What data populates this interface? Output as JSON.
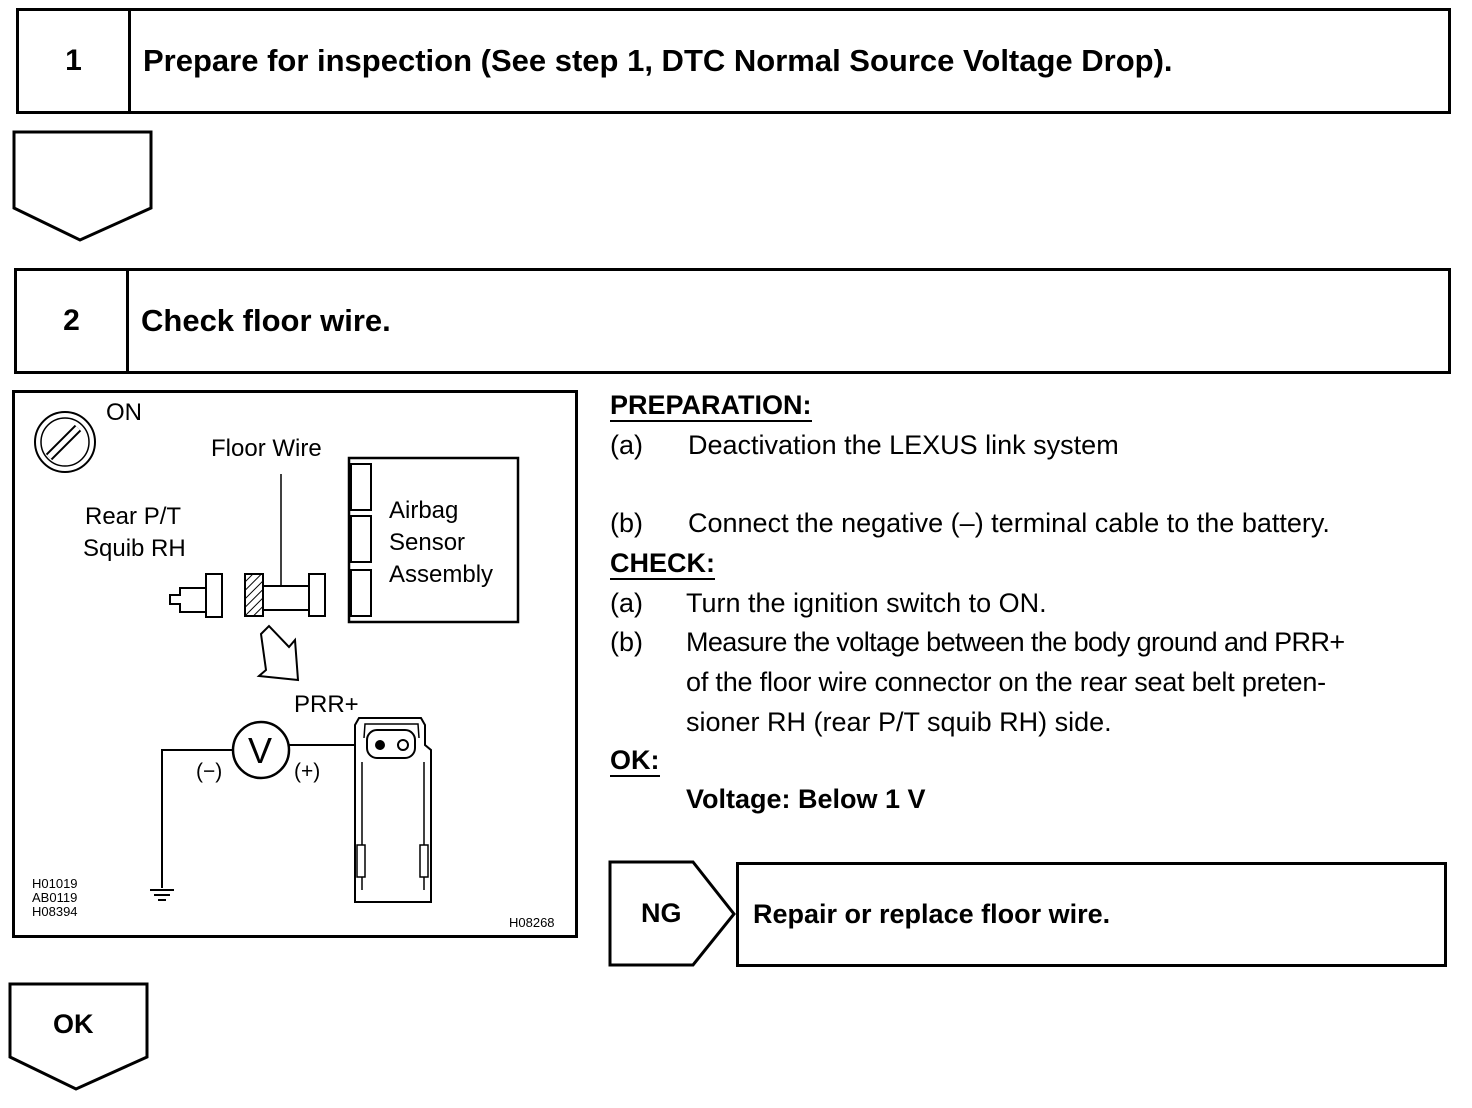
{
  "step1": {
    "number": "1",
    "title": "Prepare for inspection (See step 1, DTC Normal Source Voltage Drop)."
  },
  "step2": {
    "number": "2",
    "title": "Check floor wire."
  },
  "diagram": {
    "ignition": "ON",
    "floor_wire": "Floor Wire",
    "squib_line1": "Rear P/T",
    "squib_line2": "Squib RH",
    "airbag_line1": "Airbag",
    "airbag_line2": "Sensor",
    "airbag_line3": "Assembly",
    "terminal": "PRR+",
    "meter": "V",
    "neg": "(−)",
    "pos": "(+)",
    "code1": "H01019",
    "code2": "AB0119",
    "code3": "H08394",
    "code4": "H08268"
  },
  "preparation": {
    "header": "PREPARATION:",
    "a_label": "(a)",
    "a_text": "Deactivation the LEXUS link system",
    "b_label": "(b)",
    "b_text": "Connect the negative (–) terminal cable to the battery."
  },
  "check": {
    "header": "CHECK:",
    "a_label": "(a)",
    "a_text": "Turn the ignition switch to ON.",
    "b_label": "(b)",
    "b_line1": "Measure the voltage between the body ground and PRR+",
    "b_line2": "of the floor wire connector on the rear seat belt preten-",
    "b_line3": "sioner RH (rear P/T squib RH) side."
  },
  "ok_spec": {
    "header": "OK:",
    "value": "Voltage: Below 1 V"
  },
  "ng_result": {
    "label": "NG",
    "action": "Repair or replace floor wire."
  },
  "ok_result": {
    "label": "OK"
  }
}
